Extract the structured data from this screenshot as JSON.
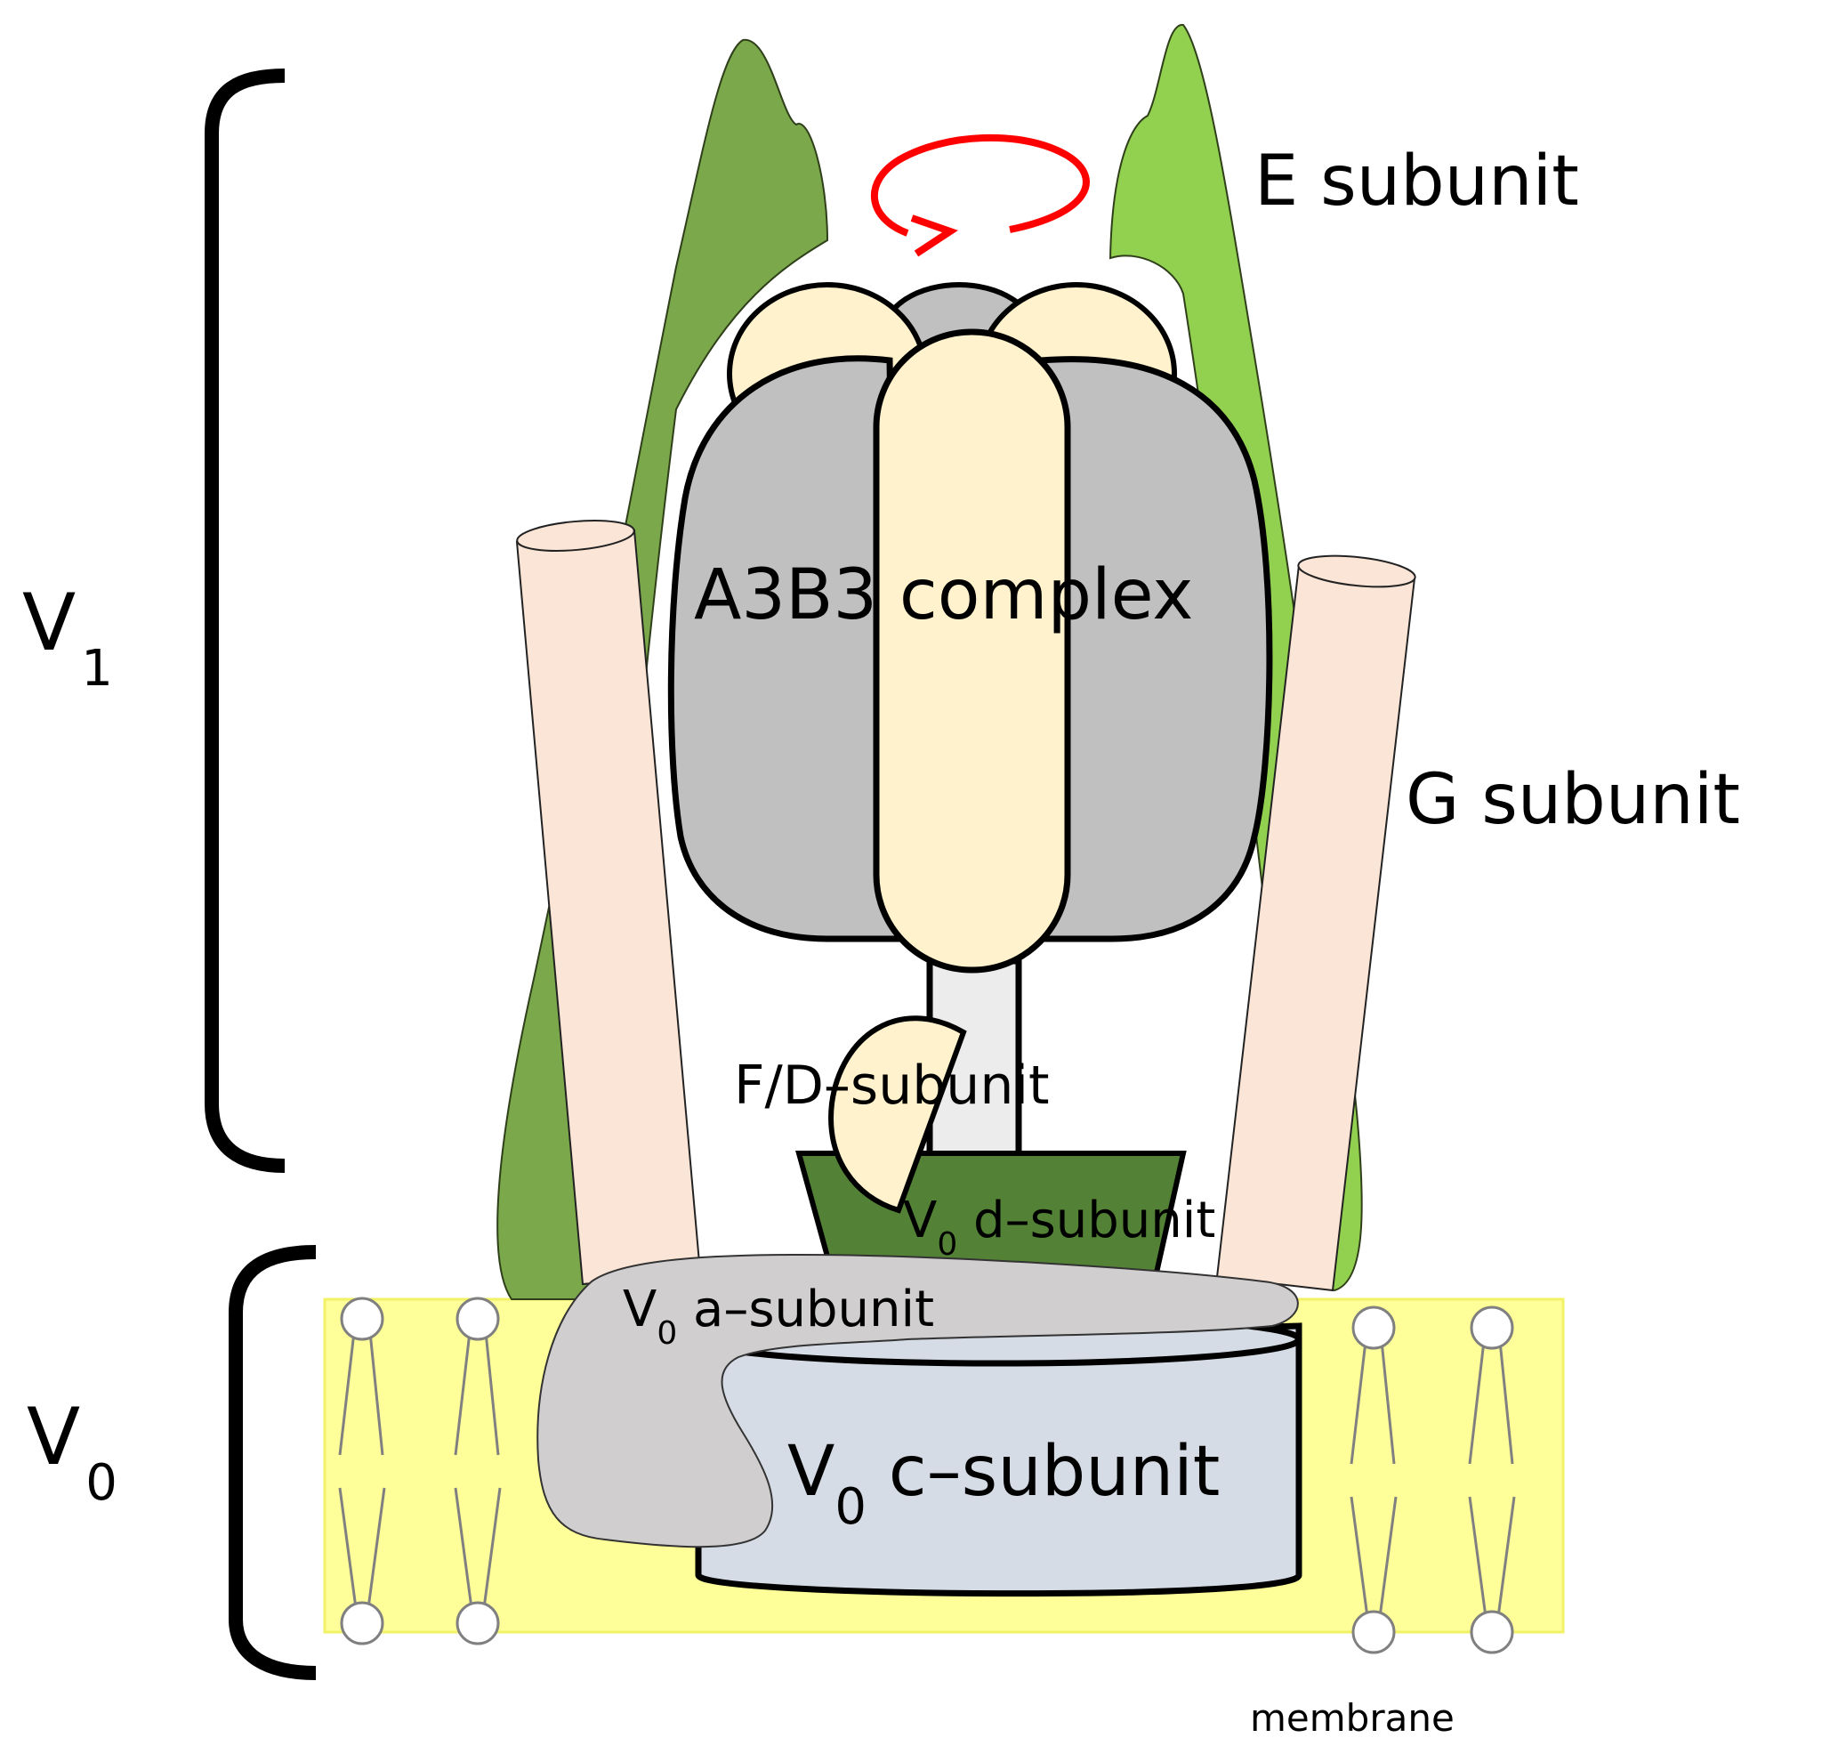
{
  "labels": {
    "v1": {
      "main": "V",
      "sub": "1"
    },
    "v0": {
      "main": "V",
      "sub": "0"
    },
    "e_subunit": "E subunit",
    "g_subunit": "G subunit",
    "a3b3": "A3B3 complex",
    "fd_subunit": "F/D–subunit",
    "d_subunit": {
      "prefix": "V",
      "sub": "0",
      "suffix": " d–subunit"
    },
    "a_subunit": {
      "prefix": "V",
      "sub": "0",
      "suffix": " a–subunit"
    },
    "c_subunit": {
      "prefix": "V",
      "sub": "0",
      "suffix": " c–subunit"
    },
    "membrane": "membrane"
  },
  "colors": {
    "membrane_fill": "#ffff99",
    "membrane_edge": "#f2f266",
    "e_subunit_left": "#7aa84b",
    "e_subunit_right": "#92d050",
    "g_subunit": "#fbe5d6",
    "a_subunit_gray": "#c0c0c0",
    "b_subunit_cream": "#fff2cc",
    "stalk": "#ececec",
    "d_subunit": "#538135",
    "a_subunit_v0": "#d0cece",
    "c_subunit": "#d6dce5",
    "rotation_arrow": "#ff0000",
    "lipid": "#808080"
  }
}
